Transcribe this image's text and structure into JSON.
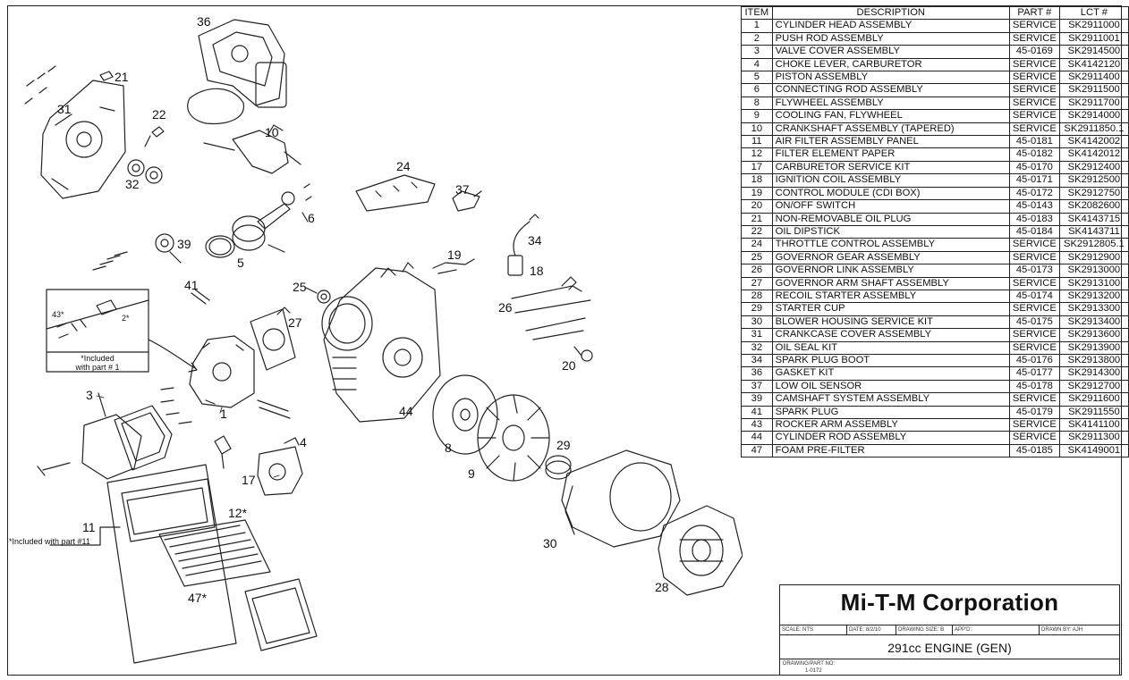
{
  "parts_table": {
    "headers": {
      "item": "ITEM",
      "description": "DESCRIPTION",
      "part": "PART #",
      "lct": "LCT #"
    },
    "rows": [
      {
        "item": "1",
        "description": "CYLINDER HEAD ASSEMBLY",
        "part": "SERVICE",
        "lct": "SK2911000"
      },
      {
        "item": "2",
        "description": "PUSH ROD ASSEMBLY",
        "part": "SERVICE",
        "lct": "SK2911001"
      },
      {
        "item": "3",
        "description": "VALVE COVER ASSEMBLY",
        "part": "45-0169",
        "lct": "SK2914500"
      },
      {
        "item": "4",
        "description": "CHOKE LEVER, CARBURETOR",
        "part": "SERVICE",
        "lct": "SK4142120"
      },
      {
        "item": "5",
        "description": "PISTON ASSEMBLY",
        "part": "SERVICE",
        "lct": "SK2911400"
      },
      {
        "item": "6",
        "description": "CONNECTING ROD ASSEMBLY",
        "part": "SERVICE",
        "lct": "SK2911500"
      },
      {
        "item": "8",
        "description": "FLYWHEEL ASSEMBLY",
        "part": "SERVICE",
        "lct": "SK2911700"
      },
      {
        "item": "9",
        "description": "COOLING FAN, FLYWHEEL",
        "part": "SERVICE",
        "lct": "SK2914000"
      },
      {
        "item": "10",
        "description": "CRANKSHAFT ASSEMBLY (TAPERED)",
        "part": "SERVICE",
        "lct": "SK2911850.1"
      },
      {
        "item": "11",
        "description": "AIR FILTER ASSEMBLY PANEL",
        "part": "45-0181",
        "lct": "SK4142002"
      },
      {
        "item": "12",
        "description": "FILTER ELEMENT PAPER",
        "part": "45-0182",
        "lct": "SK4142012"
      },
      {
        "item": "17",
        "description": "CARBURETOR SERVICE KIT",
        "part": "45-0170",
        "lct": "SK2912400"
      },
      {
        "item": "18",
        "description": "IGNITION COIL ASSEMBLY",
        "part": "45-0171",
        "lct": "SK2912500"
      },
      {
        "item": "19",
        "description": "CONTROL MODULE (CDI BOX)",
        "part": "45-0172",
        "lct": "SK2912750"
      },
      {
        "item": "20",
        "description": "ON/OFF SWITCH",
        "part": "45-0143",
        "lct": "SK2082600"
      },
      {
        "item": "21",
        "description": "NON-REMOVABLE OIL PLUG",
        "part": "45-0183",
        "lct": "SK4143715"
      },
      {
        "item": "22",
        "description": "OIL DIPSTICK",
        "part": "45-0184",
        "lct": "SK4143711"
      },
      {
        "item": "24",
        "description": "THROTTLE CONTROL ASSEMBLY",
        "part": "SERVICE",
        "lct": "SK2912805.1"
      },
      {
        "item": "25",
        "description": "GOVERNOR GEAR ASSEMBLY",
        "part": "SERVICE",
        "lct": "SK2912900"
      },
      {
        "item": "26",
        "description": "GOVERNOR LINK ASSEMBLY",
        "part": "45-0173",
        "lct": "SK2913000"
      },
      {
        "item": "27",
        "description": "GOVERNOR ARM SHAFT ASSEMBLY",
        "part": "SERVICE",
        "lct": "SK2913100"
      },
      {
        "item": "28",
        "description": "RECOIL STARTER ASSEMBLY",
        "part": "45-0174",
        "lct": "SK2913200"
      },
      {
        "item": "29",
        "description": "STARTER CUP",
        "part": "SERVICE",
        "lct": "SK2913300"
      },
      {
        "item": "30",
        "description": "BLOWER HOUSING SERVICE KIT",
        "part": "45-0175",
        "lct": "SK2913400"
      },
      {
        "item": "31",
        "description": "CRANKCASE COVER ASSEMBLY",
        "part": "SERVICE",
        "lct": "SK2913600"
      },
      {
        "item": "32",
        "description": "OIL SEAL KIT",
        "part": "SERVICE",
        "lct": "SK2913900"
      },
      {
        "item": "34",
        "description": "SPARK PLUG BOOT",
        "part": "45-0176",
        "lct": "SK2913800"
      },
      {
        "item": "36",
        "description": "GASKET KIT",
        "part": "45-0177",
        "lct": "SK2914300"
      },
      {
        "item": "37",
        "description": "LOW OIL SENSOR",
        "part": "45-0178",
        "lct": "SK2912700"
      },
      {
        "item": "39",
        "description": "CAMSHAFT SYSTEM ASSEMBLY",
        "part": "SERVICE",
        "lct": "SK2911600"
      },
      {
        "item": "41",
        "description": "SPARK PLUG",
        "part": "45-0179",
        "lct": "SK2911550"
      },
      {
        "item": "43",
        "description": "ROCKER ARM ASSEMBLY",
        "part": "SERVICE",
        "lct": "SK4141100"
      },
      {
        "item": "44",
        "description": "CYLINDER ROD ASSEMBLY",
        "part": "SERVICE",
        "lct": "SK2911300"
      },
      {
        "item": "47",
        "description": "FOAM PRE-FILTER",
        "part": "45-0185",
        "lct": "SK4149001"
      }
    ]
  },
  "title_block": {
    "company": "Mi-T-M Corporation",
    "scale": "SCALE: NTS",
    "date": "DATE: 8/2/10",
    "drawing_size": "DRAWING SIZE:   B",
    "appd": "APP'D:",
    "drawn_by": "DRAWN BY: AJH",
    "description": "291cc ENGINE (GEN)",
    "drawing_part_label": "DRAWING/PART NO:",
    "drawing_part_no": "1-0172"
  },
  "callouts": {
    "c36": "36",
    "c21": "21",
    "c31": "31",
    "c22": "22",
    "c10": "10",
    "c32": "32",
    "c24": "24",
    "c37": "37",
    "c6": "6",
    "c39": "39",
    "c5": "5",
    "c34": "34",
    "c18": "18",
    "c19": "19",
    "c41": "41",
    "c25": "25",
    "c27": "27",
    "c26": "26",
    "c43": "43*",
    "c2": "2*",
    "c20": "20",
    "c3": "3",
    "c1": "1",
    "c44": "44",
    "c8": "8",
    "c29": "29",
    "c4": "4",
    "c9": "9",
    "c17": "17",
    "c11": "11",
    "c12": "12*",
    "c30": "30",
    "c47": "47*",
    "c28": "28"
  },
  "notes": {
    "included_part1_line1": "*Included",
    "included_part1_line2": "with part # 1",
    "included_part11": "*Included with part #11"
  }
}
